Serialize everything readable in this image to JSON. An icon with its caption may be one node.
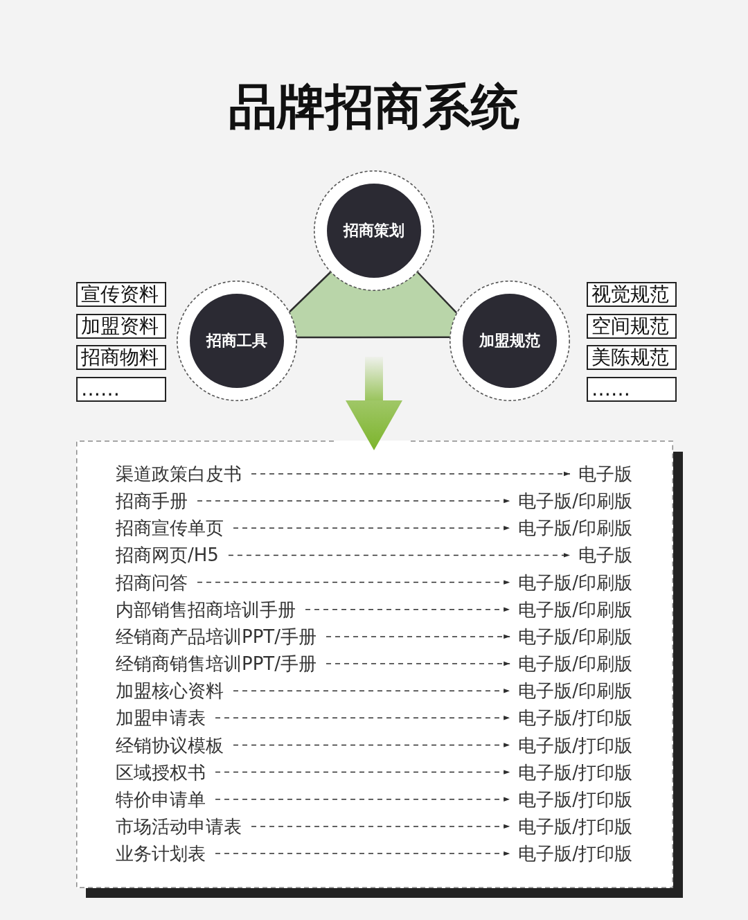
{
  "diagram": {
    "title": "品牌招商系统",
    "nodes": [
      {
        "text": [
          "招商策划"
        ]
      },
      {
        "text": [
          "招商工具"
        ]
      },
      {
        "text": [
          "加盟规范"
        ]
      },
      {
        "text": [
          "宣传资料"
        ]
      },
      {
        "text": [
          "加盟资料"
        ]
      },
      {
        "text": [
          "招商物料"
        ]
      },
      {
        "text": [
          "……"
        ]
      },
      {
        "text": [
          "视觉规范"
        ]
      },
      {
        "text": [
          "空间规范"
        ]
      },
      {
        "text": [
          "美陈规范"
        ]
      },
      {
        "text": [
          "……"
        ]
      },
      {
        "text": [],
        "shape": "box"
      },
      {
        "text": [
          "渠道政策白皮书"
        ],
        "in": 11
      },
      {
        "text": [
          "电子版"
        ],
        "in": 11
      },
      {
        "text": [
          "招商手册"
        ],
        "in": 11
      },
      {
        "text": [
          "电子版/印刷版"
        ],
        "in": 11
      },
      {
        "text": [
          "招商宣传单页"
        ],
        "in": 11
      },
      {
        "text": [
          "电子版/印刷版"
        ],
        "in": 11
      },
      {
        "text": [
          "招商网页/H5"
        ],
        "in": 11
      },
      {
        "text": [
          "电子版"
        ],
        "in": 11
      },
      {
        "text": [
          "招商问答"
        ],
        "in": 11
      },
      {
        "text": [
          "电子版/印刷版"
        ],
        "in": 11
      },
      {
        "text": [
          "内部销售招商培训手册"
        ],
        "in": 11
      },
      {
        "text": [
          "电子版/印刷版"
        ],
        "in": 11
      },
      {
        "text": [
          "经销商产品培训PPT/手册"
        ],
        "in": 11
      },
      {
        "text": [
          "电子版/印刷版"
        ],
        "in": 11
      },
      {
        "text": [
          "经销商销售培训PPT/手册"
        ],
        "in": 11
      },
      {
        "text": [
          "电子版/印刷版"
        ],
        "in": 11
      },
      {
        "text": [
          "加盟核心资料"
        ],
        "in": 11
      },
      {
        "text": [
          "电子版/印刷版"
        ],
        "in": 11
      },
      {
        "text": [
          "加盟申请表"
        ],
        "in": 11
      },
      {
        "text": [
          "电子版/打印版"
        ],
        "in": 11
      },
      {
        "text": [
          "经销协议模板"
        ],
        "in": 11
      },
      {
        "text": [
          "电子版/打印版"
        ],
        "in": 11
      },
      {
        "text": [
          "区域授权书"
        ],
        "in": 11
      },
      {
        "text": [
          "电子版/打印版"
        ],
        "in": 11
      },
      {
        "text": [
          "特价申请单"
        ],
        "in": 11
      },
      {
        "text": [
          "电子版/打印版"
        ],
        "in": 11
      },
      {
        "text": [
          "市场活动申请表"
        ],
        "in": 11
      },
      {
        "text": [
          "电子版/打印版"
        ],
        "in": 11
      },
      {
        "text": [
          "业务计划表"
        ],
        "in": 11
      },
      {
        "text": [
          "电子版/打印版"
        ],
        "in": 11
      }
    ],
    "edges": [
      {
        "from": 0,
        "to": 1,
        "arrow": "none"
      },
      {
        "from": 0,
        "to": 2,
        "arrow": "none"
      },
      {
        "from": 1,
        "to": 2,
        "arrow": "none"
      },
      {
        "from": null,
        "to": 11,
        "arrow": "to",
        "style": "thick",
        "color": "#7cb42b"
      },
      {
        "from": 12,
        "to": 13,
        "arrow": "to",
        "style": "dashed"
      },
      {
        "from": 14,
        "to": 15,
        "arrow": "to",
        "style": "dashed"
      },
      {
        "from": 16,
        "to": 17,
        "arrow": "to",
        "style": "dashed"
      },
      {
        "from": 18,
        "to": 19,
        "arrow": "to",
        "style": "dashed"
      },
      {
        "from": 20,
        "to": 21,
        "arrow": "to",
        "style": "dashed"
      },
      {
        "from": 22,
        "to": 23,
        "arrow": "to",
        "style": "dashed"
      },
      {
        "from": 24,
        "to": 25,
        "arrow": "to",
        "style": "dashed"
      },
      {
        "from": 26,
        "to": 27,
        "arrow": "to",
        "style": "dashed"
      },
      {
        "from": 28,
        "to": 29,
        "arrow": "to",
        "style": "dashed"
      },
      {
        "from": 30,
        "to": 31,
        "arrow": "to",
        "style": "dashed"
      },
      {
        "from": 32,
        "to": 33,
        "arrow": "to",
        "style": "dashed"
      },
      {
        "from": 34,
        "to": 35,
        "arrow": "to",
        "style": "dashed"
      },
      {
        "from": 36,
        "to": 37,
        "arrow": "to",
        "style": "dashed"
      },
      {
        "from": 38,
        "to": 39,
        "arrow": "to",
        "style": "dashed"
      },
      {
        "from": 40,
        "to": 41,
        "arrow": "to",
        "style": "dashed"
      }
    ]
  }
}
